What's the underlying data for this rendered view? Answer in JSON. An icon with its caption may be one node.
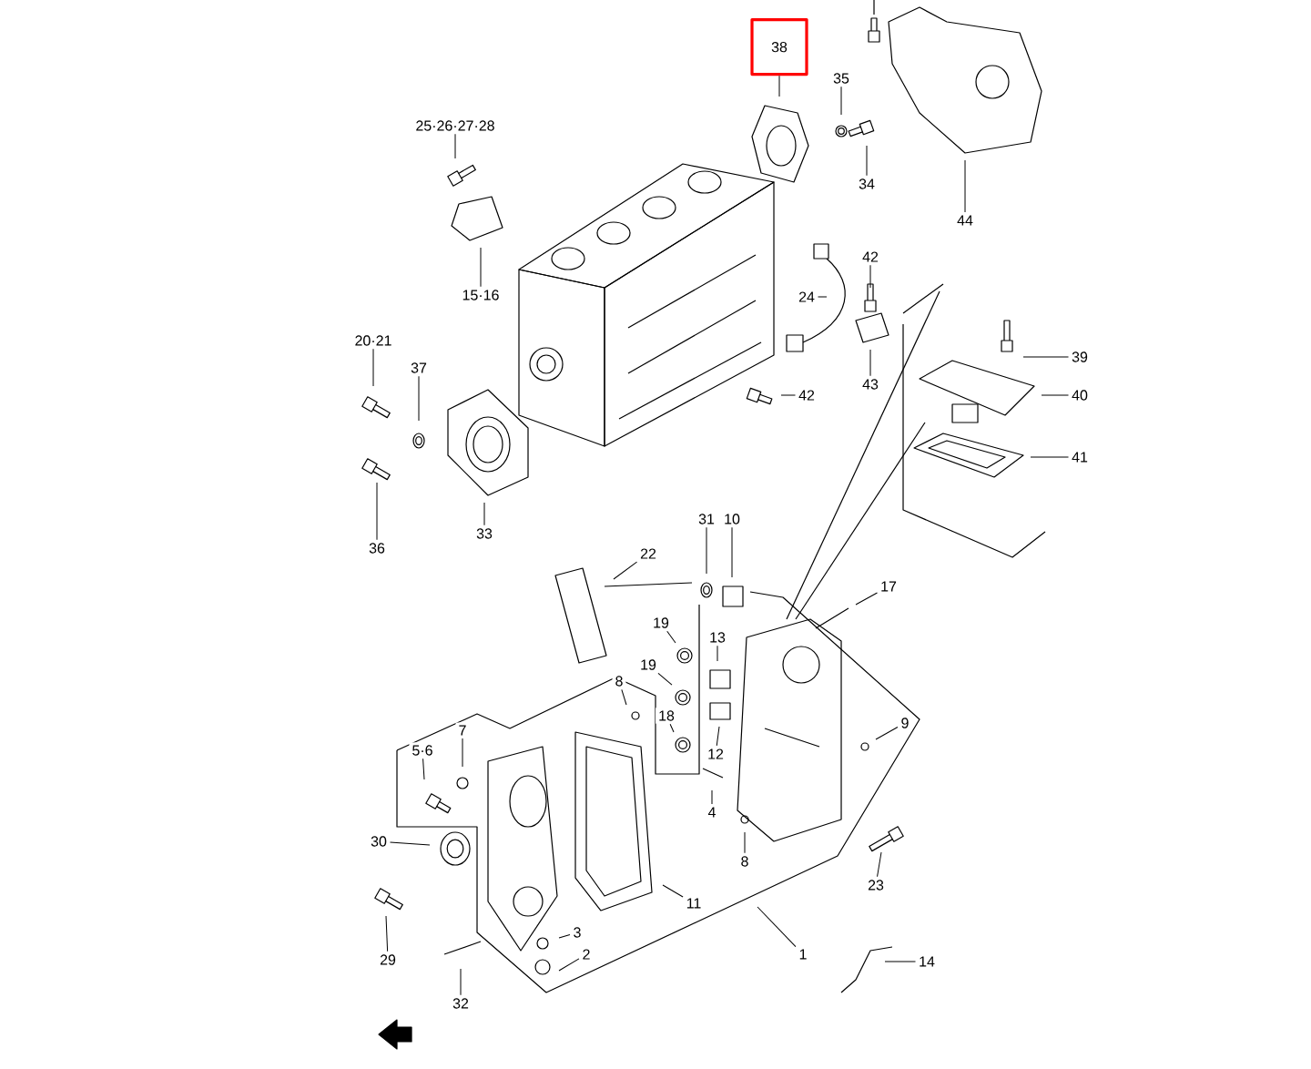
{
  "diagram": {
    "nodes": [
      {
        "text": [
          "38"
        ]
      },
      {
        "text": [
          "35"
        ]
      },
      {
        "text": [
          "34"
        ]
      },
      {
        "text": [
          "44"
        ]
      },
      {
        "text": [
          "25·26·27·28"
        ]
      },
      {
        "text": [
          "15·16"
        ]
      },
      {
        "text": [
          "42"
        ]
      },
      {
        "text": [
          "24"
        ]
      },
      {
        "text": [
          "43"
        ]
      },
      {
        "text": [
          "42"
        ]
      },
      {
        "text": [
          "39"
        ]
      },
      {
        "text": [
          "40"
        ]
      },
      {
        "text": [
          "41"
        ]
      },
      {
        "text": [
          "20·21"
        ]
      },
      {
        "text": [
          "37"
        ]
      },
      {
        "text": [
          "36"
        ]
      },
      {
        "text": [
          "33"
        ]
      },
      {
        "text": [
          "22"
        ]
      },
      {
        "text": [
          "31"
        ]
      },
      {
        "text": [
          "10"
        ]
      },
      {
        "text": [
          "17"
        ]
      },
      {
        "text": [
          "19"
        ]
      },
      {
        "text": [
          "13"
        ]
      },
      {
        "text": [
          "19"
        ]
      },
      {
        "text": [
          "8"
        ]
      },
      {
        "text": [
          "18"
        ]
      },
      {
        "text": [
          "12"
        ]
      },
      {
        "text": [
          "9"
        ]
      },
      {
        "text": [
          "7"
        ]
      },
      {
        "text": [
          "5·6"
        ]
      },
      {
        "text": [
          "4"
        ]
      },
      {
        "text": [
          "30"
        ]
      },
      {
        "text": [
          "8"
        ]
      },
      {
        "text": [
          "23"
        ]
      },
      {
        "text": [
          "11"
        ]
      },
      {
        "text": [
          "29"
        ]
      },
      {
        "text": [
          "1"
        ]
      },
      {
        "text": [
          "3"
        ]
      },
      {
        "text": [
          "2"
        ]
      },
      {
        "text": [
          "14"
        ]
      },
      {
        "text": [
          "32"
        ]
      }
    ],
    "edges": [
      {
        "from": 0,
        "to": null,
        "arrow": "none"
      },
      {
        "from": 1,
        "to": null,
        "arrow": "none"
      },
      {
        "from": 2,
        "to": null,
        "arrow": "none"
      },
      {
        "from": 3,
        "to": null,
        "arrow": "none"
      },
      {
        "from": 4,
        "to": null,
        "arrow": "none"
      },
      {
        "from": 5,
        "to": null,
        "arrow": "none"
      },
      {
        "from": 6,
        "to": null,
        "arrow": "none"
      },
      {
        "from": 7,
        "to": null,
        "arrow": "none"
      },
      {
        "from": 8,
        "to": null,
        "arrow": "none"
      },
      {
        "from": 9,
        "to": null,
        "arrow": "none"
      },
      {
        "from": 10,
        "to": null,
        "arrow": "none"
      },
      {
        "from": 11,
        "to": null,
        "arrow": "none"
      },
      {
        "from": 12,
        "to": null,
        "arrow": "none"
      },
      {
        "from": 13,
        "to": null,
        "arrow": "none"
      },
      {
        "from": 14,
        "to": null,
        "arrow": "none"
      },
      {
        "from": 15,
        "to": null,
        "arrow": "none"
      },
      {
        "from": 16,
        "to": null,
        "arrow": "none"
      },
      {
        "from": 17,
        "to": null,
        "arrow": "none"
      },
      {
        "from": 18,
        "to": null,
        "arrow": "none"
      },
      {
        "from": 19,
        "to": null,
        "arrow": "none"
      },
      {
        "from": 20,
        "to": null,
        "arrow": "none"
      },
      {
        "from": 21,
        "to": null,
        "arrow": "none"
      },
      {
        "from": 22,
        "to": null,
        "arrow": "none"
      },
      {
        "from": 23,
        "to": null,
        "arrow": "none"
      },
      {
        "from": 24,
        "to": null,
        "arrow": "none"
      },
      {
        "from": 25,
        "to": null,
        "arrow": "none"
      },
      {
        "from": 26,
        "to": null,
        "arrow": "none"
      },
      {
        "from": 27,
        "to": null,
        "arrow": "none"
      },
      {
        "from": 28,
        "to": null,
        "arrow": "none"
      },
      {
        "from": 29,
        "to": null,
        "arrow": "none"
      },
      {
        "from": 30,
        "to": null,
        "arrow": "none"
      },
      {
        "from": 31,
        "to": null,
        "arrow": "none"
      },
      {
        "from": 32,
        "to": null,
        "arrow": "none"
      },
      {
        "from": 33,
        "to": null,
        "arrow": "none"
      },
      {
        "from": 34,
        "to": null,
        "arrow": "none"
      },
      {
        "from": 35,
        "to": null,
        "arrow": "none"
      },
      {
        "from": 36,
        "to": null,
        "arrow": "none"
      },
      {
        "from": 37,
        "to": null,
        "arrow": "none"
      },
      {
        "from": 38,
        "to": null,
        "arrow": "none"
      },
      {
        "from": 39,
        "to": null,
        "arrow": "none"
      },
      {
        "from": 40,
        "to": null,
        "arrow": "none"
      }
    ]
  }
}
